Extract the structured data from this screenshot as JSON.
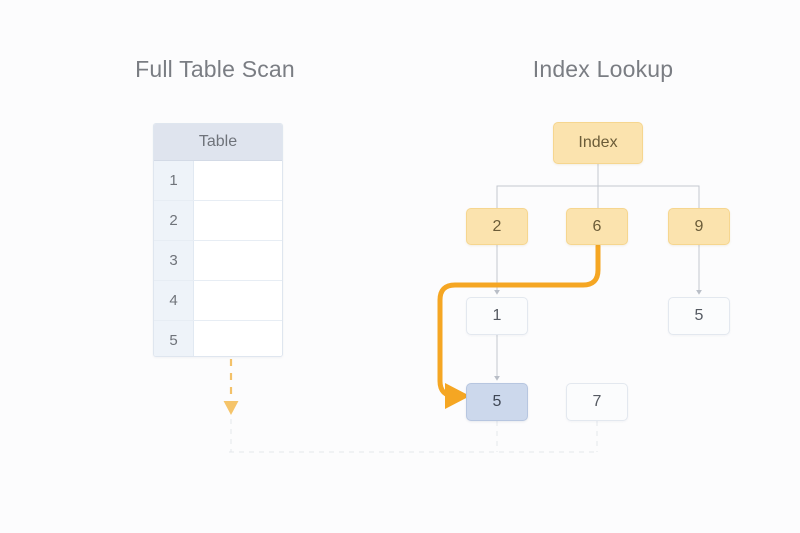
{
  "background_color": "#fcfcfd",
  "panels": {
    "left": {
      "title": "Full Table Scan",
      "table": {
        "header": "Table",
        "rows": [
          {
            "index": "1",
            "value": ""
          },
          {
            "index": "2",
            "value": ""
          },
          {
            "index": "3",
            "value": ""
          },
          {
            "index": "4",
            "value": ""
          },
          {
            "index": "5",
            "value": ""
          }
        ]
      },
      "scan_arrow": {
        "style": "dashed",
        "color": "#f3b23c",
        "direction": "down",
        "description": "vertical dashed scan arrow through every table row"
      }
    },
    "right": {
      "title": "Index Lookup",
      "tree": {
        "root": {
          "label": "Index",
          "kind": "index"
        },
        "level2": [
          {
            "label": "2",
            "kind": "index"
          },
          {
            "label": "6",
            "kind": "index"
          },
          {
            "label": "9",
            "kind": "index"
          }
        ],
        "leaves": [
          {
            "label": "1",
            "kind": "plain",
            "highlighted": false
          },
          {
            "label": "5",
            "kind": "hit",
            "highlighted": true
          },
          {
            "label": "7",
            "kind": "plain",
            "highlighted": false
          },
          {
            "label": "5",
            "kind": "plain",
            "highlighted": false
          }
        ]
      },
      "lookup_path": {
        "color": "#f5a623",
        "from": "6",
        "to": "5",
        "description": "orange curved arrow from index node 6 to the matching leaf 5"
      }
    }
  },
  "colors": {
    "accent_orange": "#f5a623",
    "scan_dash_orange": "#f3b23c",
    "index_fill": "#fbe3ae",
    "index_border": "#f6d68f",
    "highlight_fill": "#ccd8ec",
    "highlight_border": "#b7c6e0",
    "node_fill": "#fbfcfd",
    "node_border": "#e3e8ef",
    "table_header_fill": "#dfe4ee",
    "table_index_fill": "#eef3f9",
    "edge_gray": "#c3c8d0",
    "title_text": "#7a7d83",
    "baseline_dash": "#e4e7ec"
  }
}
